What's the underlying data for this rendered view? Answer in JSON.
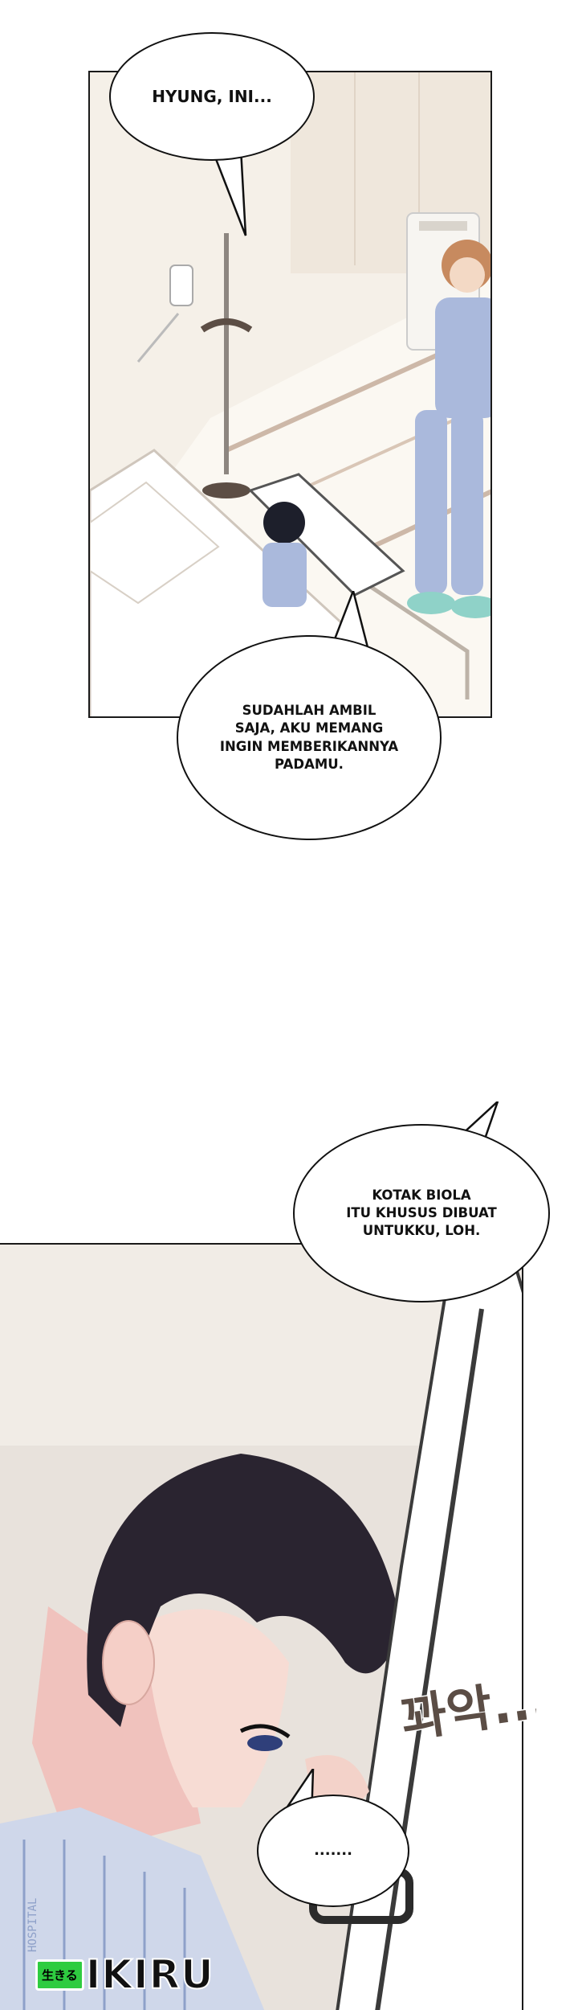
{
  "bubbles": {
    "b1": "HYUNG, INI...",
    "b2": "SUDAHLAH AMBIL\nSAJA, AKU MEMANG\nINGIN MEMBERIKANNYA\nPADAMU.",
    "b3": "KOTAK BIOLA\nITU KHUSUS DIBUAT\nUNTUKKU, LOH.",
    "b4": "......."
  },
  "sfx": {
    "text": "꽈악..."
  },
  "pajama_print": "HOSPITAL",
  "logo": {
    "badge": "生きる",
    "word": "IKIRU"
  },
  "colors": {
    "logo_green": "#2ecc40",
    "pajama_blue": "#aab9dc"
  }
}
